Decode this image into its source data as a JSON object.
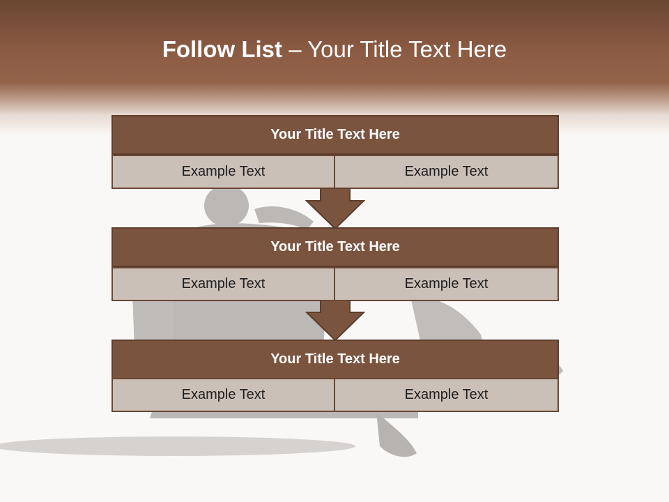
{
  "slide": {
    "title_bold": "Follow List",
    "title_rest": " – Your Title Text Here"
  },
  "blocks": [
    {
      "title": "Your Title Text Here",
      "cells": [
        "Example Text",
        "Example Text"
      ]
    },
    {
      "title": "Your Title Text Here",
      "cells": [
        "Example Text",
        "Example Text"
      ]
    },
    {
      "title": "Your Title Text Here",
      "cells": [
        "Example Text",
        "Example Text"
      ]
    }
  ],
  "colors": {
    "header": "#8a5a42",
    "block_title": "#7b5440",
    "cell": "#cbc0b8",
    "arrow": "#7b5440"
  }
}
